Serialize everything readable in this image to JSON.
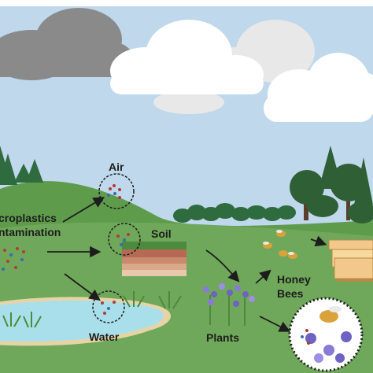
{
  "labels": {
    "air": "Air",
    "contamination_line1": "croplastics",
    "contamination_line2": "ntamination",
    "soil": "Soil",
    "water": "Water",
    "plants": "Plants",
    "honey_bees_line1": "Honey",
    "honey_bees_line2": "Bees"
  },
  "colors": {
    "sky": "#bfd8ec",
    "dark_cloud": "#8a8a8a",
    "white_cloud": "#ffffff",
    "light_cloud": "#e8e8e8",
    "hill": "#5e9c4c",
    "meadow": "#6fa85a",
    "pond": "#a9dfea",
    "pond_border": "#e6d4a6",
    "soil_top": "#c98a70",
    "soil_bottom": "#e9c9ae",
    "hive": "#f2c98a",
    "tree": "#2e6b3e",
    "particle_red": "#b23a3a",
    "particle_blue": "#3a6bb2"
  },
  "icons": [
    "cloud-icon",
    "tree-icon",
    "bee-icon",
    "beehive-icon",
    "flower-icon",
    "arrow-icon",
    "magnifier-circle-icon"
  ]
}
